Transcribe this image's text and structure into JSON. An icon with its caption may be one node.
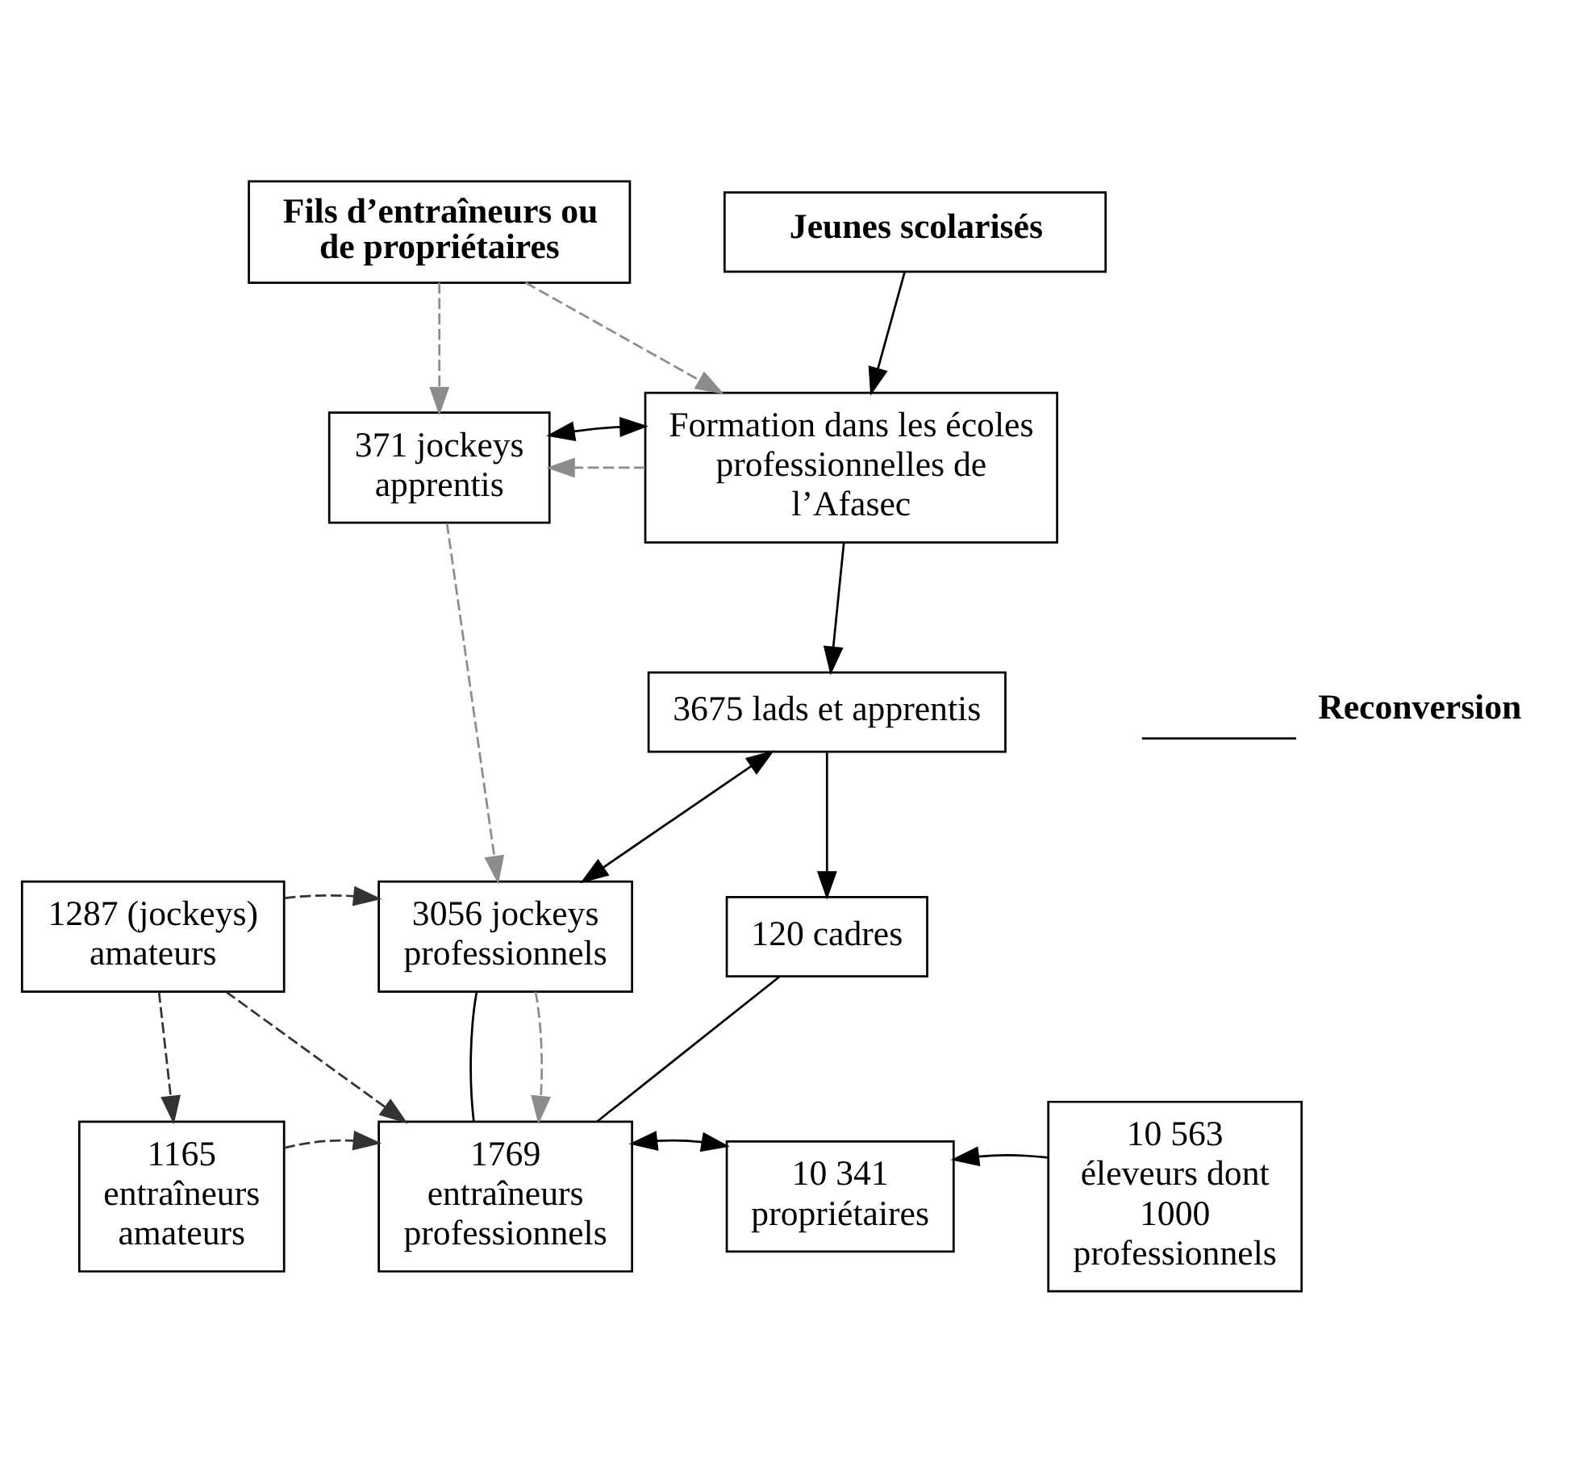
{
  "diagram": {
    "nodes": [
      {
        "text": [
          "Fils d’entraîneurs ou de propriétaires"
        ]
      },
      {
        "text": [
          "Jeunes scolarisés"
        ]
      },
      {
        "text": [
          "371 jockeys apprentis"
        ]
      },
      {
        "text": [
          "Formation dans les écoles professionnelles de l’Afasec"
        ]
      },
      {
        "text": [
          "3675 lads et apprentis"
        ]
      },
      {
        "text": [
          "1287 (jockeys) amateurs"
        ]
      },
      {
        "text": [
          "3056 jockeys professionnels"
        ]
      },
      {
        "text": [
          "120 cadres"
        ]
      },
      {
        "text": [
          "1165 entraîneurs amateurs"
        ]
      },
      {
        "text": [
          "1769 entraîneurs professionnels"
        ]
      },
      {
        "text": [
          "10 341 propriétaires"
        ]
      },
      {
        "text": [
          "10 563 éleveurs dont 1000 professionnels"
        ]
      }
    ],
    "edges": [
      {
        "from": 0,
        "to": 2,
        "arrow": "to",
        "style": "dashed",
        "color": "#8c8c8c"
      },
      {
        "from": 0,
        "to": 3,
        "arrow": "to",
        "style": "dashed",
        "color": "#8c8c8c"
      },
      {
        "from": 3,
        "to": 2,
        "arrow": "to",
        "style": "dashed",
        "color": "#8c8c8c"
      },
      {
        "from": 2,
        "to": 3,
        "arrow": "both"
      },
      {
        "from": 1,
        "to": 3,
        "arrow": "to"
      },
      {
        "from": 3,
        "to": 4,
        "arrow": "to"
      },
      {
        "from": 4,
        "to": 6,
        "arrow": "both"
      },
      {
        "from": 4,
        "to": 7,
        "arrow": "to"
      },
      {
        "from": 2,
        "to": 6,
        "arrow": "to",
        "style": "dashed",
        "color": "#8c8c8c"
      },
      {
        "from": 5,
        "to": 6,
        "arrow": "to",
        "style": "dashed",
        "color": "#333333"
      },
      {
        "from": 6,
        "to": 9,
        "arrow": "none"
      },
      {
        "from": 7,
        "to": 9,
        "arrow": "none"
      },
      {
        "from": 5,
        "to": 8,
        "arrow": "to",
        "style": "dashed",
        "color": "#333333"
      },
      {
        "from": 5,
        "to": 9,
        "arrow": "to",
        "style": "dashed",
        "color": "#333333"
      },
      {
        "from": 6,
        "to": 9,
        "arrow": "to",
        "style": "dashed",
        "color": "#8c8c8c"
      },
      {
        "from": 8,
        "to": 9,
        "arrow": "to",
        "style": "dashed",
        "color": "#333333"
      },
      {
        "from": 9,
        "to": 10,
        "arrow": "both"
      },
      {
        "from": 11,
        "to": 10,
        "arrow": "to"
      }
    ],
    "legend": [
      {
        "text": "Reconversion"
      }
    ]
  }
}
